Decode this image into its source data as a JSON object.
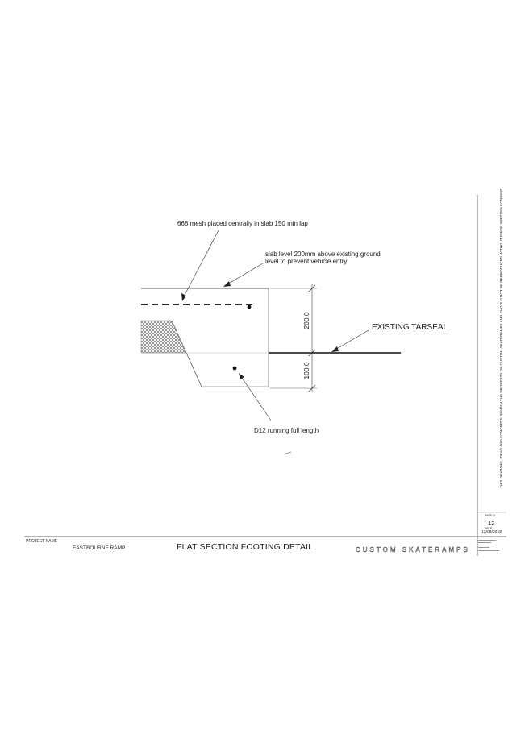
{
  "drawing": {
    "annotations": {
      "mesh": "668 mesh placed centrally in slab 150 min lap",
      "slab_level_line1": "slab level 200mm above existing ground",
      "slab_level_line2": "level to prevent vehicle entry",
      "tarseal": "EXISTING TARSEAL",
      "bar": "D12 running full length"
    },
    "dimensions": {
      "upper": "200.0",
      "lower": "100.0"
    }
  },
  "title_block": {
    "project_label": "PROJECT NAME",
    "project_name": "EASTBOURNE RAMP",
    "drawing_title": "FLAT SECTION FOOTING DETAIL",
    "brand": "CUSTOM SKATERAMPS",
    "page_label": "PAGE N",
    "page_number": "12",
    "date_label": "DATE",
    "date": "13/08/2018",
    "side_note": "THIS DRAWING, IDEAS AND CONCEPTS REMAIN THE PROPERTY OF CUSTOM SKATERAMPS AND SHOULD NOT BE REPRODUCED WITHOUT PRIOR WRITTEN CONSENT"
  },
  "colors": {
    "ink": "#1a1a1a",
    "hatch": "#555555"
  }
}
